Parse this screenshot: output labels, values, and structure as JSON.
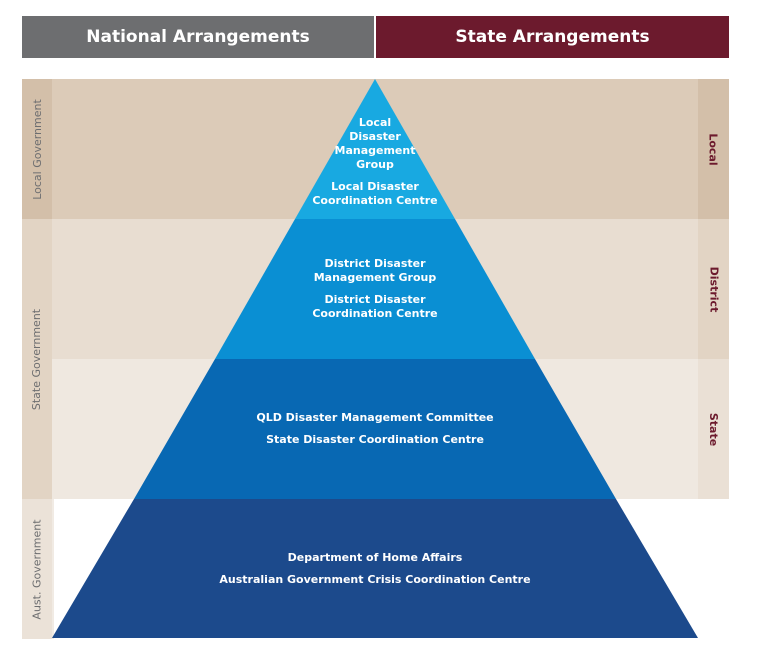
{
  "headers": {
    "national": "National Arrangements",
    "state": "State Arrangements"
  },
  "left_labels": {
    "local": "Local Government",
    "state": "State Government",
    "aust": "Aust. Government"
  },
  "right_labels": {
    "local": "Local",
    "district": "District",
    "state": "State"
  },
  "tiers": {
    "local": {
      "group": "Local\nDisaster\nManagement\nGroup",
      "centre": "Local Disaster\nCoordination Centre"
    },
    "district": {
      "group": "District Disaster\nManagement Group",
      "centre": "District Disaster\nCoordination Centre"
    },
    "state": {
      "group": "QLD Disaster Management Committee",
      "centre": "State Disaster Coordination Centre"
    },
    "aust": {
      "group": "Department of Home Affairs",
      "centre": "Australian Government Crisis Coordination Centre"
    }
  },
  "colors": {
    "national_header": "#6d6e70",
    "state_header": "#6c1a2d",
    "tier_local": "#18a9e1",
    "tier_district": "#0a8fd3",
    "tier_state": "#0868b3",
    "tier_aust": "#1c4a8c"
  }
}
